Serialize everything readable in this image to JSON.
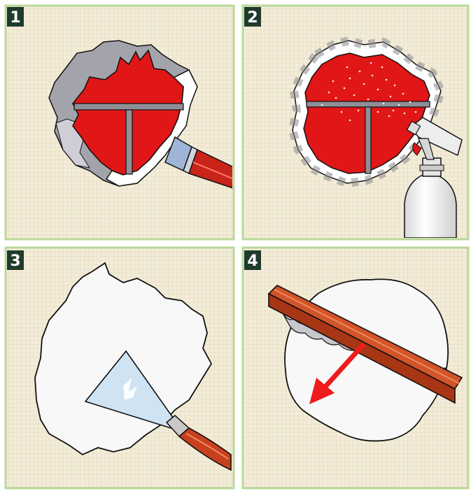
{
  "steps": [
    {
      "number": "1"
    },
    {
      "number": "2"
    },
    {
      "number": "3"
    },
    {
      "number": "4"
    }
  ],
  "colors": {
    "background": "#f3ecd8",
    "grid": "#e5dcc2",
    "panel_border": "#b9d99a",
    "badge": "#1f3b2b",
    "repair_red": "#e11616",
    "filler_white": "#f9f9f9",
    "plaster_grey": "#a6a6ad",
    "handle_red": "#c8241a",
    "wood_orange": "#d2542a",
    "arrow_red": "#ee1c1c"
  },
  "icons": [
    "paintbrush-icon",
    "spray-bottle-icon",
    "filling-knife-icon",
    "straightedge-icon",
    "direction-arrow-icon"
  ]
}
